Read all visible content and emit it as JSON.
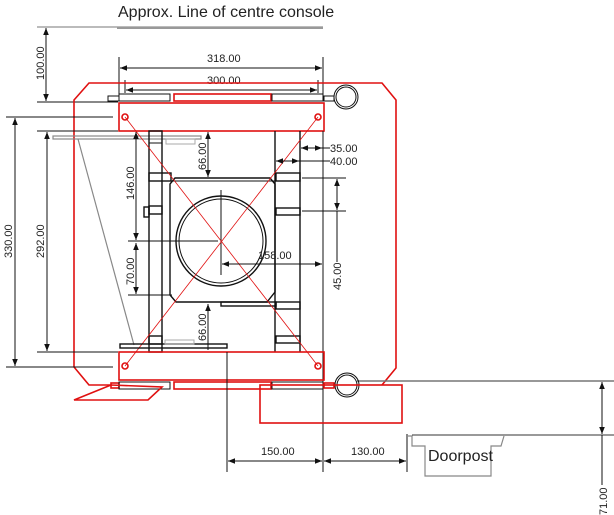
{
  "title": "Approx. Line of centre console",
  "doorpost_label": "Doorpost",
  "dimensions": {
    "d100": "100.00",
    "d318": "318.00",
    "d300": "300.00",
    "d330": "330.00",
    "d292": "292.00",
    "d146": "146.00",
    "d66_top": "66.00",
    "d66_bottom": "66.00",
    "d70": "70.00",
    "d158": "158.00",
    "d35": "35.00",
    "d40": "40.00",
    "d45": "45.00",
    "d150": "150.00",
    "d130": "130.00",
    "d71": "71.00"
  },
  "colors": {
    "outline": "#e01010",
    "lines": "#111111",
    "reference": "#888888"
  }
}
